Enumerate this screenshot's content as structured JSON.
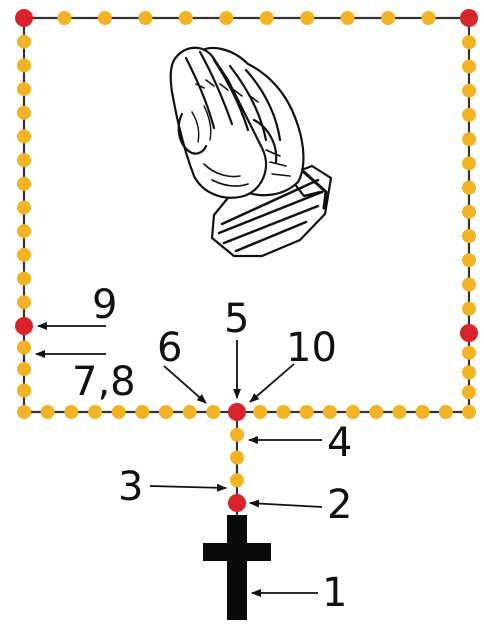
{
  "colors": {
    "background": "#ffffff",
    "string": "#333333",
    "small_bead": "#f2b324",
    "large_bead": "#d9232a",
    "cross": "#0a0a0a",
    "hands_stroke": "#111111"
  },
  "illustration": {
    "icon": "praying-hands-icon"
  },
  "cross": {
    "icon": "crucifix-icon"
  },
  "labels": [
    {
      "id": "1",
      "text": "1"
    },
    {
      "id": "2",
      "text": "2"
    },
    {
      "id": "3",
      "text": "3"
    },
    {
      "id": "4",
      "text": "4"
    },
    {
      "id": "5",
      "text": "5"
    },
    {
      "id": "6",
      "text": "6"
    },
    {
      "id": "78",
      "text": "7,8"
    },
    {
      "id": "9",
      "text": "9"
    },
    {
      "id": "10",
      "text": "10"
    }
  ]
}
